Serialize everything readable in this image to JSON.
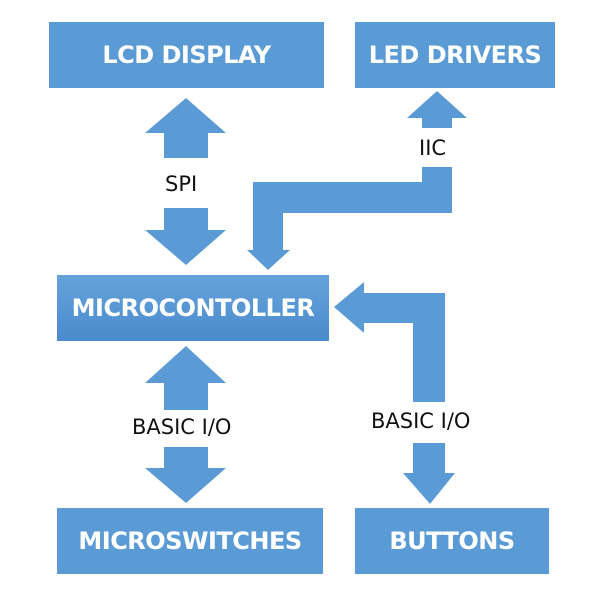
{
  "colors": {
    "block": "#5b9bd5",
    "label_text": "#111111",
    "block_text": "#ffffff"
  },
  "blocks": {
    "lcd_display": "LCD DISPLAY",
    "led_drivers": "LED DRIVERS",
    "microcontroller": "MICROCONTOLLER",
    "microswitches": "MICROSWITCHES",
    "buttons": "BUTTONS"
  },
  "links": {
    "spi": "SPI",
    "iic": "IIC",
    "basic_io_left": "BASIC I/O",
    "basic_io_right": "BASIC I/O"
  }
}
